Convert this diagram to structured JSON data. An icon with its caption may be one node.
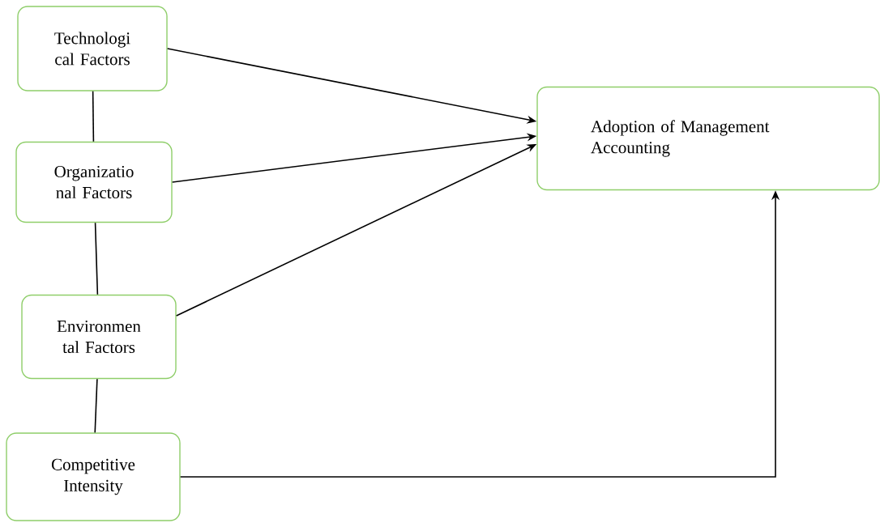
{
  "diagram": {
    "nodes": [
      {
        "text": [
          "Technologi cal Factors"
        ]
      },
      {
        "text": [
          "Organizatio nal Factors"
        ]
      },
      {
        "text": [
          "Environmen tal Factors"
        ]
      },
      {
        "text": [
          "Competitive Intensity"
        ]
      },
      {
        "text": [
          "Adoption of Management Accounting"
        ]
      }
    ],
    "edges": [
      {
        "from": 0,
        "to": 1,
        "arrow": "none"
      },
      {
        "from": 1,
        "to": 2,
        "arrow": "none"
      },
      {
        "from": 2,
        "to": 3,
        "arrow": "none"
      },
      {
        "from": 0,
        "to": 4,
        "arrow": "to"
      },
      {
        "from": 1,
        "to": 4,
        "arrow": "to"
      },
      {
        "from": 2,
        "to": 4,
        "arrow": "to"
      },
      {
        "from": 3,
        "to": 4,
        "arrow": "to"
      }
    ]
  }
}
